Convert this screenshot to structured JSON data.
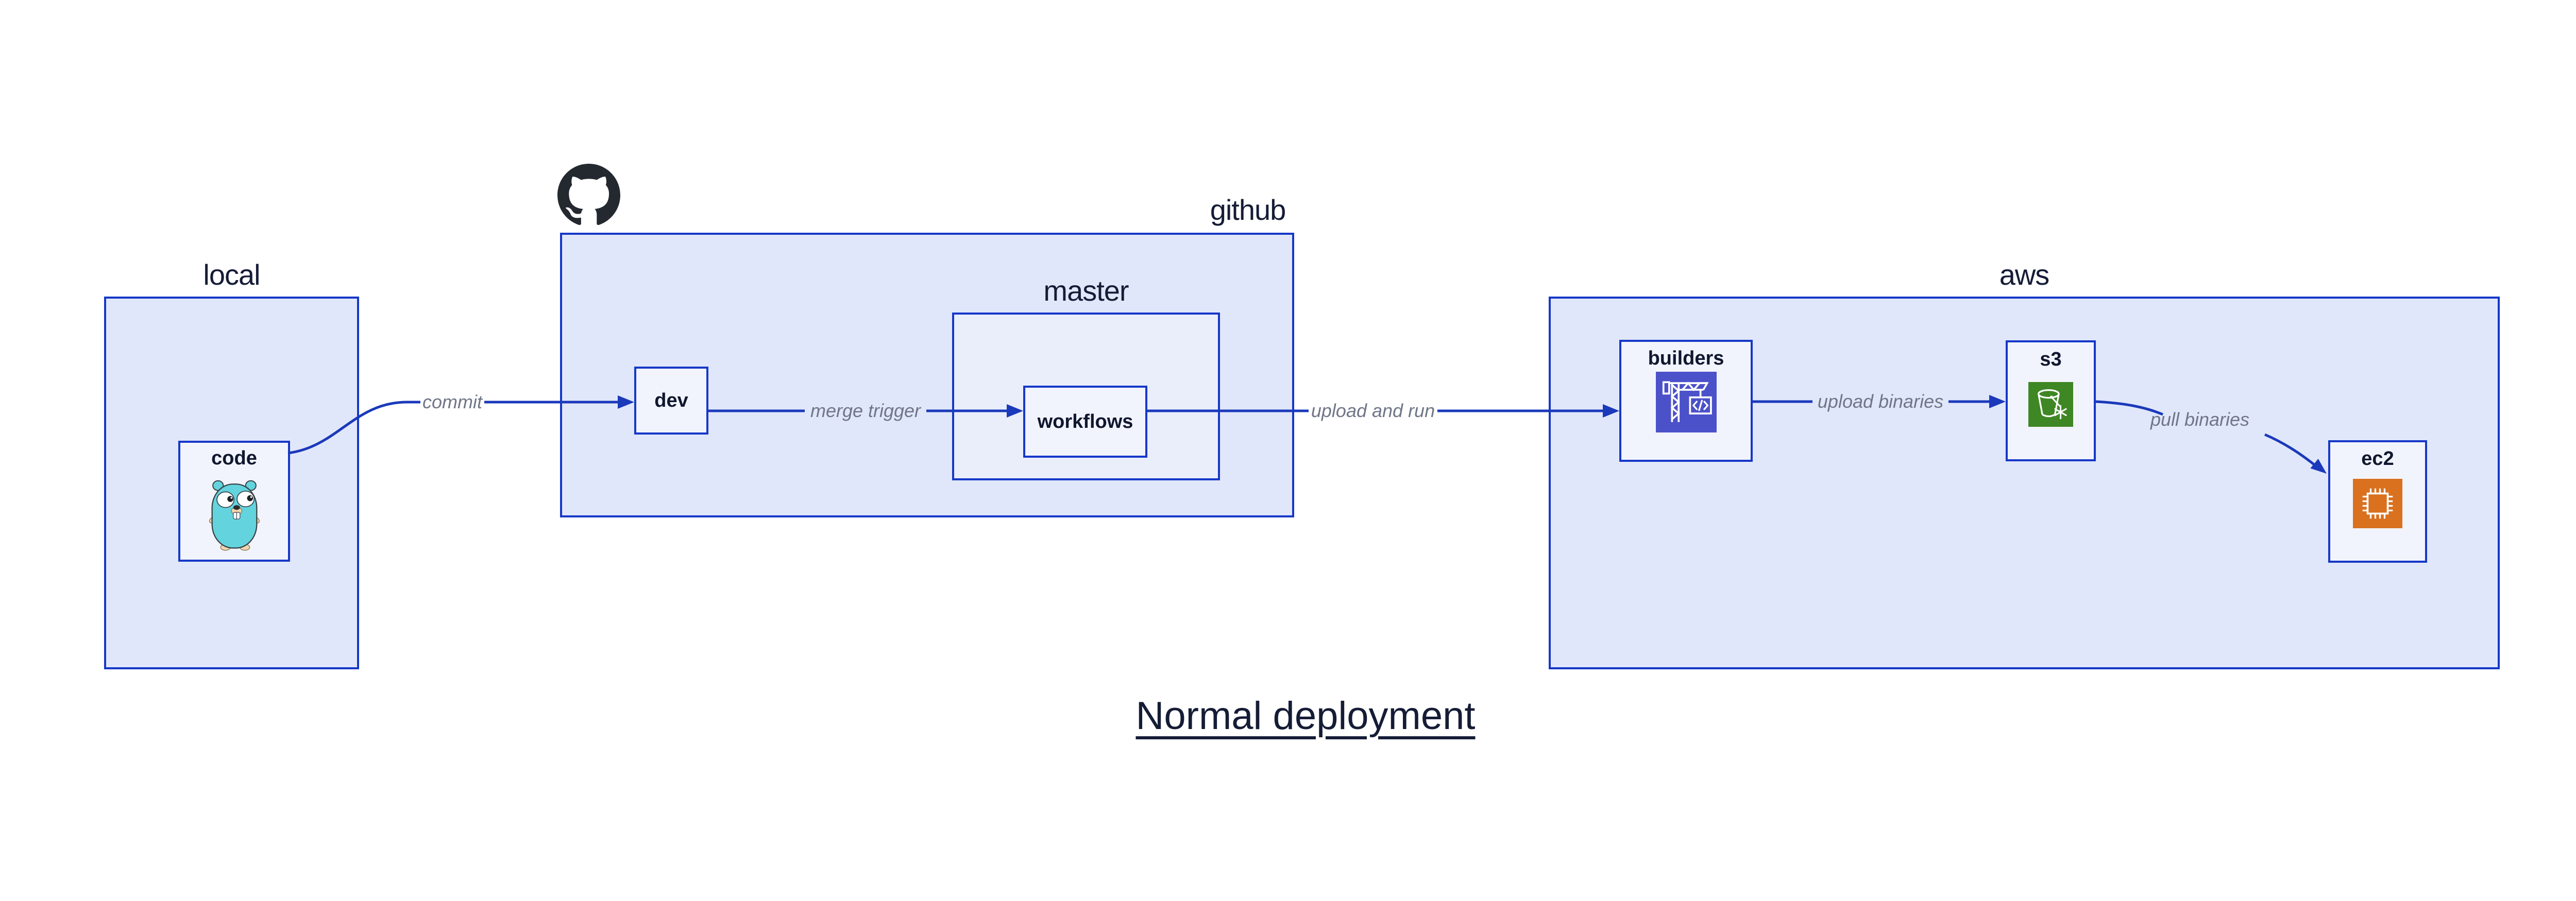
{
  "diagram": {
    "title": "Normal deployment",
    "groups": {
      "local": {
        "label": "local"
      },
      "github": {
        "label": "github",
        "icon": "github-octocat-icon"
      },
      "master": {
        "label": "master"
      },
      "aws": {
        "label": "aws"
      }
    },
    "nodes": {
      "code": {
        "label": "code",
        "icon": "go-gopher-icon"
      },
      "dev": {
        "label": "dev"
      },
      "workflows": {
        "label": "workflows"
      },
      "builders": {
        "label": "builders",
        "icon": "codebuild-crane-icon"
      },
      "s3": {
        "label": "s3",
        "icon": "s3-glacier-bucket-icon"
      },
      "ec2": {
        "label": "ec2",
        "icon": "ec2-chip-icon"
      }
    },
    "edges": [
      {
        "from": "code",
        "to": "dev",
        "label": "commit"
      },
      {
        "from": "dev",
        "to": "workflows",
        "label": "merge trigger"
      },
      {
        "from": "workflows",
        "to": "builders",
        "label": "upload and run"
      },
      {
        "from": "builders",
        "to": "s3",
        "label": "upload binaries"
      },
      {
        "from": "s3",
        "to": "ec2",
        "label": "pull binaries"
      }
    ],
    "colors": {
      "group_fill": "#e1e7fa",
      "subgroup_fill": "#eaeefb",
      "node_fill": "#f2f4fd",
      "border_blue": "#1638c8",
      "edge_blue": "#1a39bb",
      "label_navy": "#151c36",
      "edge_label_gray": "#6f7687",
      "codebuild_indigo": "#4b51c9",
      "s3_green": "#3e8724",
      "ec2_orange": "#d9711f",
      "octocat_black": "#24292f",
      "gopher_teal": "#63d4de"
    }
  }
}
